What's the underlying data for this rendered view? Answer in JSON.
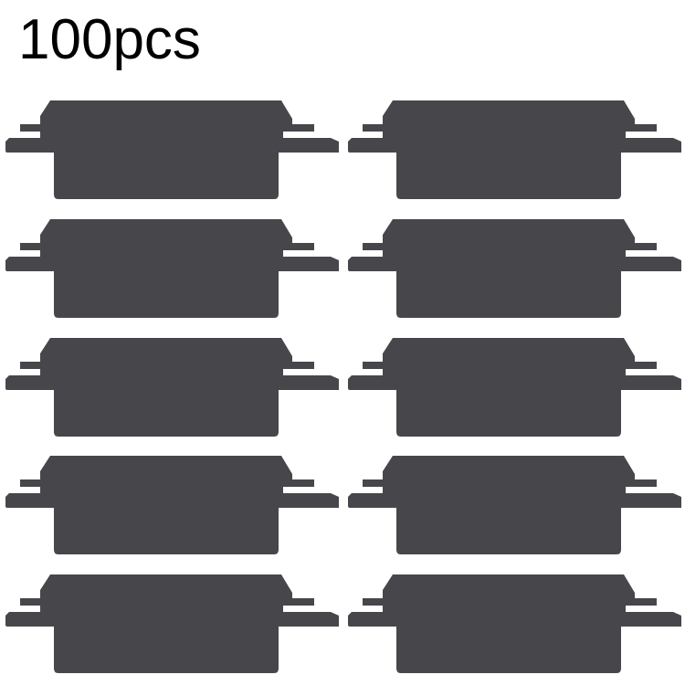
{
  "product": {
    "quantity_label": "100pcs",
    "item_description": "Dark gray adhesive sticker pads, 10 shown in 2 columns x 5 rows"
  },
  "colors": {
    "background": "#ffffff",
    "sticker_fill": "#47464b",
    "text": "#000000"
  },
  "layout": {
    "columns": 2,
    "rows": 5,
    "column_x": [
      0,
      375
    ],
    "row_y": [
      110,
      240,
      370,
      499,
      629
    ]
  },
  "stickers": [
    {
      "row": 1,
      "col": 1,
      "label": "sticker-r1-c1"
    },
    {
      "row": 1,
      "col": 2,
      "label": "sticker-r1-c2"
    },
    {
      "row": 2,
      "col": 1,
      "label": "sticker-r2-c1"
    },
    {
      "row": 2,
      "col": 2,
      "label": "sticker-r2-c2"
    },
    {
      "row": 3,
      "col": 1,
      "label": "sticker-r3-c1"
    },
    {
      "row": 3,
      "col": 2,
      "label": "sticker-r3-c2"
    },
    {
      "row": 4,
      "col": 1,
      "label": "sticker-r4-c1"
    },
    {
      "row": 4,
      "col": 2,
      "label": "sticker-r4-c2"
    },
    {
      "row": 5,
      "col": 1,
      "label": "sticker-r5-c1"
    },
    {
      "row": 5,
      "col": 2,
      "label": "sticker-r5-c2"
    }
  ]
}
